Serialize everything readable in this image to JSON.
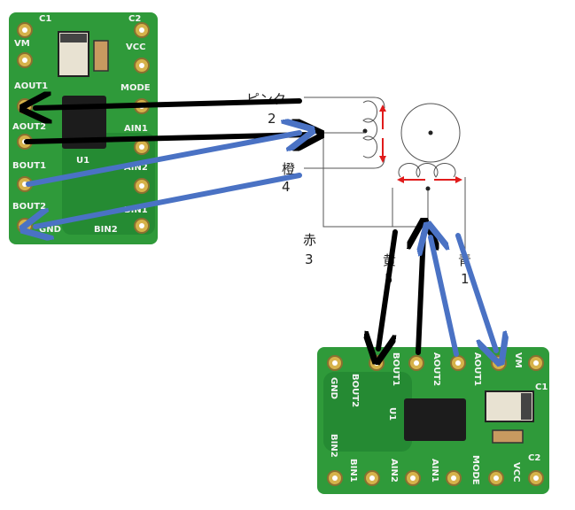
{
  "motor": {
    "wires": [
      {
        "color_name": "ピンク",
        "number": "2"
      },
      {
        "color_name": "橙",
        "number": "4"
      },
      {
        "color_name": "赤",
        "number": "3"
      },
      {
        "color_name": "黄",
        "number": "5"
      },
      {
        "color_name": "青",
        "number": "1"
      }
    ]
  },
  "board_left": {
    "left_pins": [
      "VM",
      "AOUT1",
      "AOUT2",
      "BOUT1",
      "BOUT2"
    ],
    "right_pins": [
      "C1",
      "C2",
      "VCC",
      "MODE",
      "AIN1",
      "AIN2",
      "BIN1",
      "BIN2"
    ],
    "chip_label": "U1",
    "bottom_label": "GND"
  },
  "board_bottom": {
    "top_pins": [
      "BOUT2",
      "BOUT1",
      "AOUT2",
      "AOUT1",
      "VM"
    ],
    "bottom_pins": [
      "BIN1",
      "AIN2",
      "AIN1",
      "MODE",
      "VCC"
    ],
    "side_pins": [
      "GND",
      "BIN2"
    ],
    "caps": [
      "C1",
      "C2"
    ],
    "chip_label": "U1"
  },
  "colors": {
    "pcb_green": "#2f9a3a",
    "pcb_dark": "#1f7a2c",
    "pad_gold": "#d6b24a",
    "arrow_black": "#000000",
    "arrow_blue": "#4a72c4",
    "arrow_red": "#e01b1b",
    "coil_line": "#555555"
  }
}
